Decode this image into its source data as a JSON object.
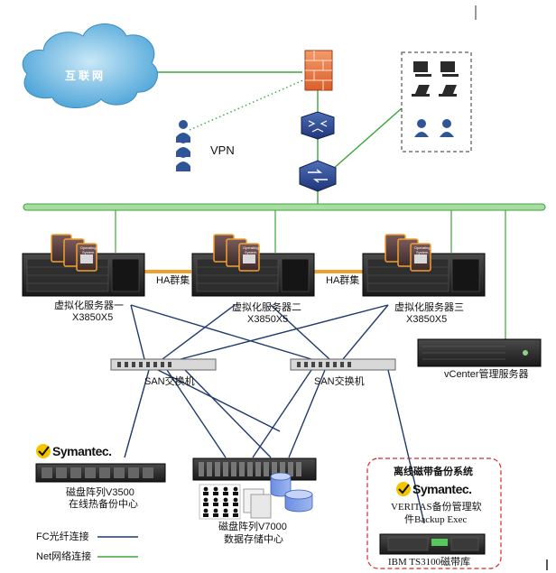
{
  "internet": {
    "label": "互联网"
  },
  "vpn": {
    "label": "VPN"
  },
  "servers": [
    {
      "name": "虚拟化服务器一",
      "model": "X3850X5"
    },
    {
      "name": "虚拟化服务器二",
      "model": "X3850X5"
    },
    {
      "name": "虚拟化服务器三",
      "model": "X3850X5"
    }
  ],
  "vm_label": [
    "Operating",
    "System"
  ],
  "ha_label": "HA群集",
  "san_switch_label": "SAN交换机",
  "vcenter_label": "vCenter管理服务器",
  "storage_v3500": {
    "vendor": "Symantec.",
    "name": "磁盘阵列V3500",
    "desc": "在线热备份中心"
  },
  "storage_v7000": {
    "name": "磁盘阵列V7000",
    "desc": "数据存储中心"
  },
  "backup": {
    "title": "离线磁带备份系统",
    "vendor": "Symantec.",
    "software_line1": "VERITAS备份管理软",
    "software_line2": "件Backup Exec",
    "library": "IBM TS3100磁带库"
  },
  "legend": {
    "fc": "FC光纤连接",
    "net": "Net网络连接"
  },
  "colors": {
    "fc": "#1f3a6b",
    "net": "#3aa63a",
    "backbone": "#90d08a",
    "ha": "#f0a030",
    "backup_border": "#d9262c"
  }
}
